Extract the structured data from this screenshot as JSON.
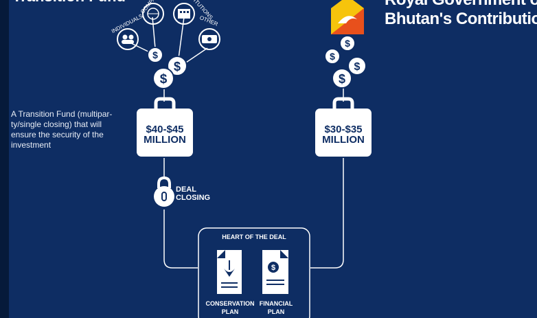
{
  "header": {
    "left_title": "Transition Fund",
    "right_title_line1": "Royal Government of",
    "right_title_line2": "Bhutan's Contribution"
  },
  "contributors": {
    "individuals": "INDIVIDUALS",
    "companies": "COMPANIES",
    "institutions": "INSTITUTIONS",
    "other": "OTHER"
  },
  "description": "A Transition Fund (multipar-ty/single closing) that will ensure the security of the investment",
  "left_bag": {
    "line1": "$40-$45",
    "line2": "MILLION"
  },
  "right_bag": {
    "line1": "$30-$35",
    "line2": "MILLION"
  },
  "deal_closing": {
    "line1": "DEAL",
    "line2": "CLOSING"
  },
  "heart": {
    "title": "HEART OF THE DEAL",
    "conservation_line1": "CONSERVATION",
    "conservation_line2": "PLAN",
    "financial_line1": "FINANCIAL",
    "financial_line2": "PLAN"
  },
  "colors": {
    "background": "#0e2d63",
    "white": "#ffffff",
    "navy": "#0e2d63",
    "flag_yellow": "#f6c40c",
    "flag_orange": "#e8501c"
  }
}
